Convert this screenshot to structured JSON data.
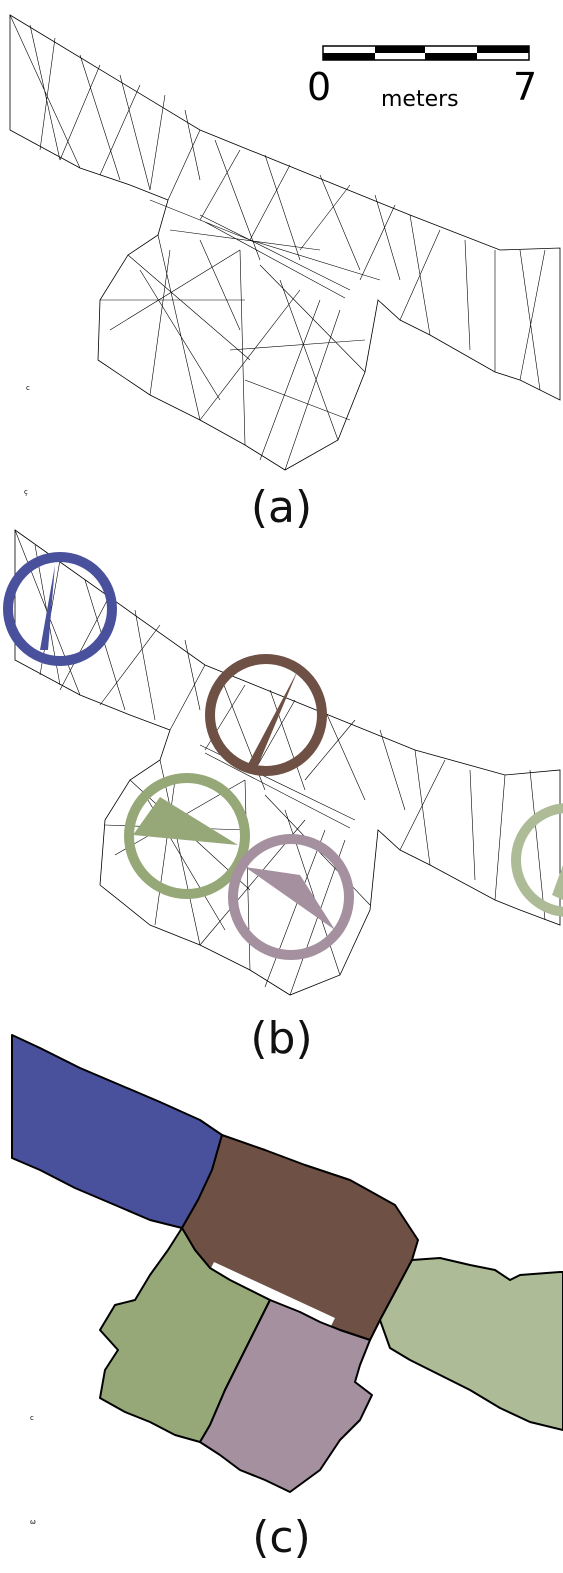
{
  "scale_bar": {
    "min_label": "0",
    "unit_label": "meters",
    "max_label": "7"
  },
  "captions": {
    "a": "(a)",
    "b": "(b)",
    "c": "(c)"
  },
  "region_colors": {
    "blue": "#4a519c",
    "brown": "#6e5044",
    "green": "#97a878",
    "mauve": "#a4909f",
    "lightgreen": "#adbc96"
  },
  "outline_color": "#000000"
}
